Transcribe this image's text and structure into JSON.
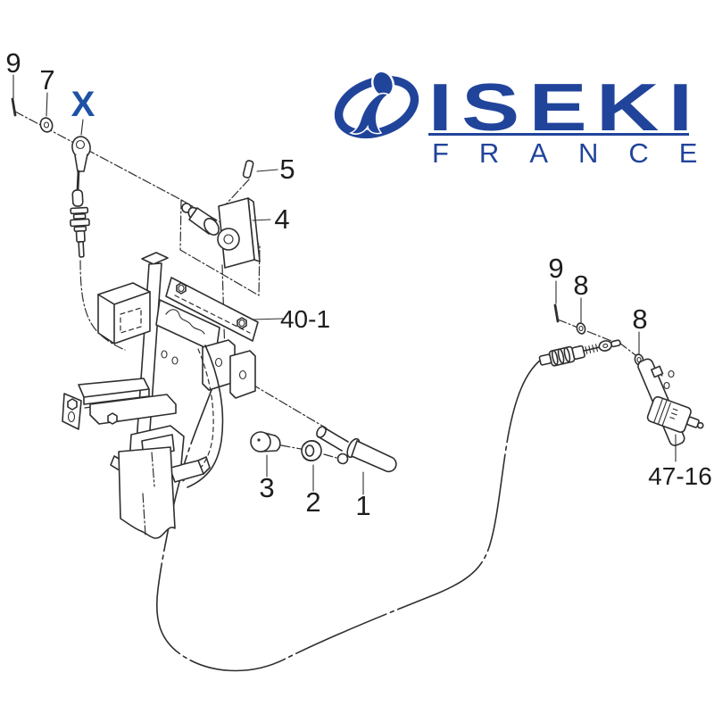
{
  "page": {
    "background": "#ffffff"
  },
  "logo": {
    "brand": "ISEKI",
    "region": "FRANCE",
    "color": "#21449b",
    "mark": "iseki-figure-in-oval"
  },
  "diagram": {
    "line_color": "#2e2e2e",
    "highlight": {
      "text": "X",
      "color": "#1d52a4"
    },
    "labels": {
      "pin_left": "9",
      "washer_left": "7",
      "cotter_pin": "5",
      "lever_bracket": "4",
      "mount_bracket": "40-1",
      "knob": "3",
      "grommet": "2",
      "lever": "1",
      "pin_right": "9",
      "washer_upper": "8",
      "washer_lower": "8",
      "solenoid_bracket": "47-16"
    }
  }
}
